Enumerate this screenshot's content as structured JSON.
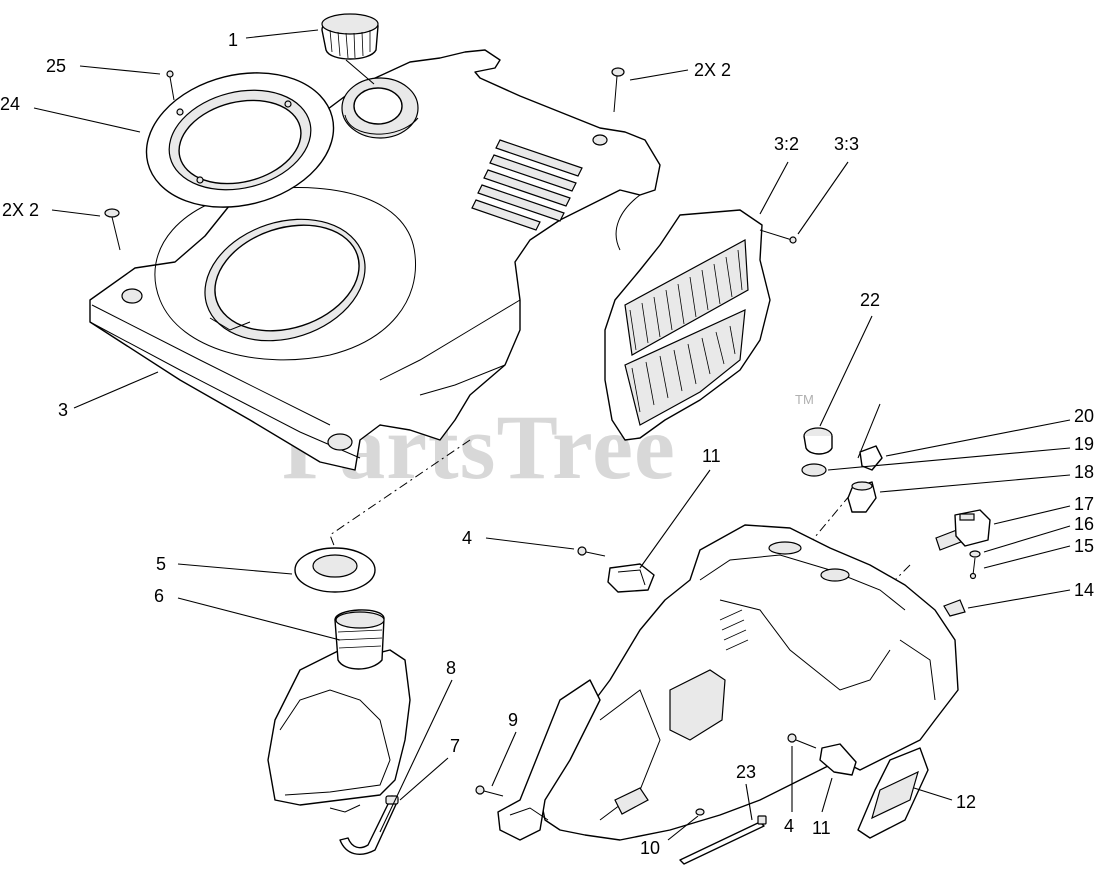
{
  "watermark": {
    "text": "PartsTree",
    "trademark": "TM"
  },
  "callouts": [
    {
      "id": "c1",
      "label": "1"
    },
    {
      "id": "c25",
      "label": "25"
    },
    {
      "id": "c24",
      "label": "24"
    },
    {
      "id": "c2x2a",
      "label": "2X 2"
    },
    {
      "id": "c2x2b",
      "label": "2X 2"
    },
    {
      "id": "c32",
      "label": "3:2"
    },
    {
      "id": "c33",
      "label": "3:3"
    },
    {
      "id": "c3",
      "label": "3"
    },
    {
      "id": "c22",
      "label": "22"
    },
    {
      "id": "c20",
      "label": "20"
    },
    {
      "id": "c19",
      "label": "19"
    },
    {
      "id": "c18",
      "label": "18"
    },
    {
      "id": "c17",
      "label": "17"
    },
    {
      "id": "c16",
      "label": "16"
    },
    {
      "id": "c15",
      "label": "15"
    },
    {
      "id": "c14",
      "label": "14"
    },
    {
      "id": "c11a",
      "label": "11"
    },
    {
      "id": "c4a",
      "label": "4"
    },
    {
      "id": "c5",
      "label": "5"
    },
    {
      "id": "c6",
      "label": "6"
    },
    {
      "id": "c8",
      "label": "8"
    },
    {
      "id": "c7",
      "label": "7"
    },
    {
      "id": "c9",
      "label": "9"
    },
    {
      "id": "c23",
      "label": "23"
    },
    {
      "id": "c4b",
      "label": "4"
    },
    {
      "id": "c11b",
      "label": "11"
    },
    {
      "id": "c10",
      "label": "10"
    },
    {
      "id": "c12",
      "label": "12"
    }
  ]
}
